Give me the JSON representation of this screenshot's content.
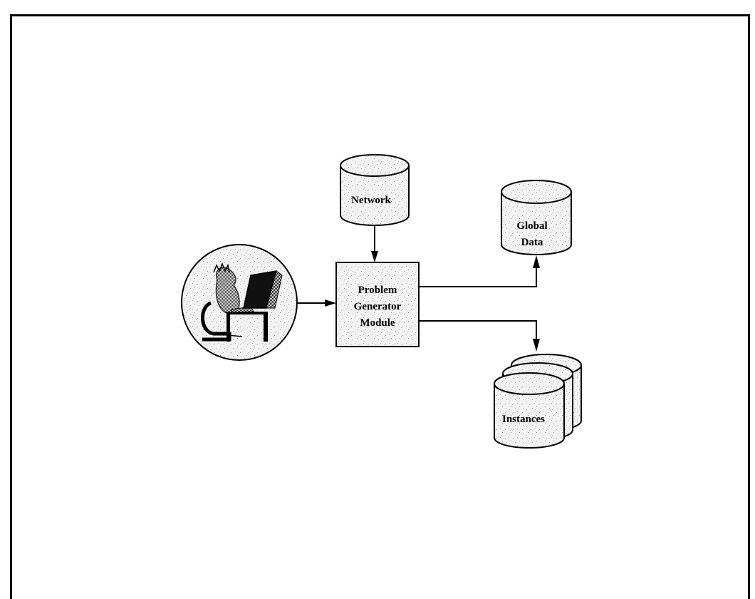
{
  "diagram": {
    "nodes": {
      "user": {
        "label": "",
        "icon": "user-at-computer-icon"
      },
      "network": {
        "label": "Network",
        "type": "database"
      },
      "module": {
        "lines": [
          "Problem",
          "Generator",
          "Module"
        ],
        "type": "process"
      },
      "global_data": {
        "lines": [
          "Global",
          "Data"
        ],
        "type": "database"
      },
      "instances": {
        "label": "Instances",
        "type": "multi-database"
      }
    },
    "edges": [
      {
        "from": "user",
        "to": "module"
      },
      {
        "from": "network",
        "to": "module"
      },
      {
        "from": "module",
        "to": "global_data"
      },
      {
        "from": "module",
        "to": "instances"
      }
    ]
  }
}
